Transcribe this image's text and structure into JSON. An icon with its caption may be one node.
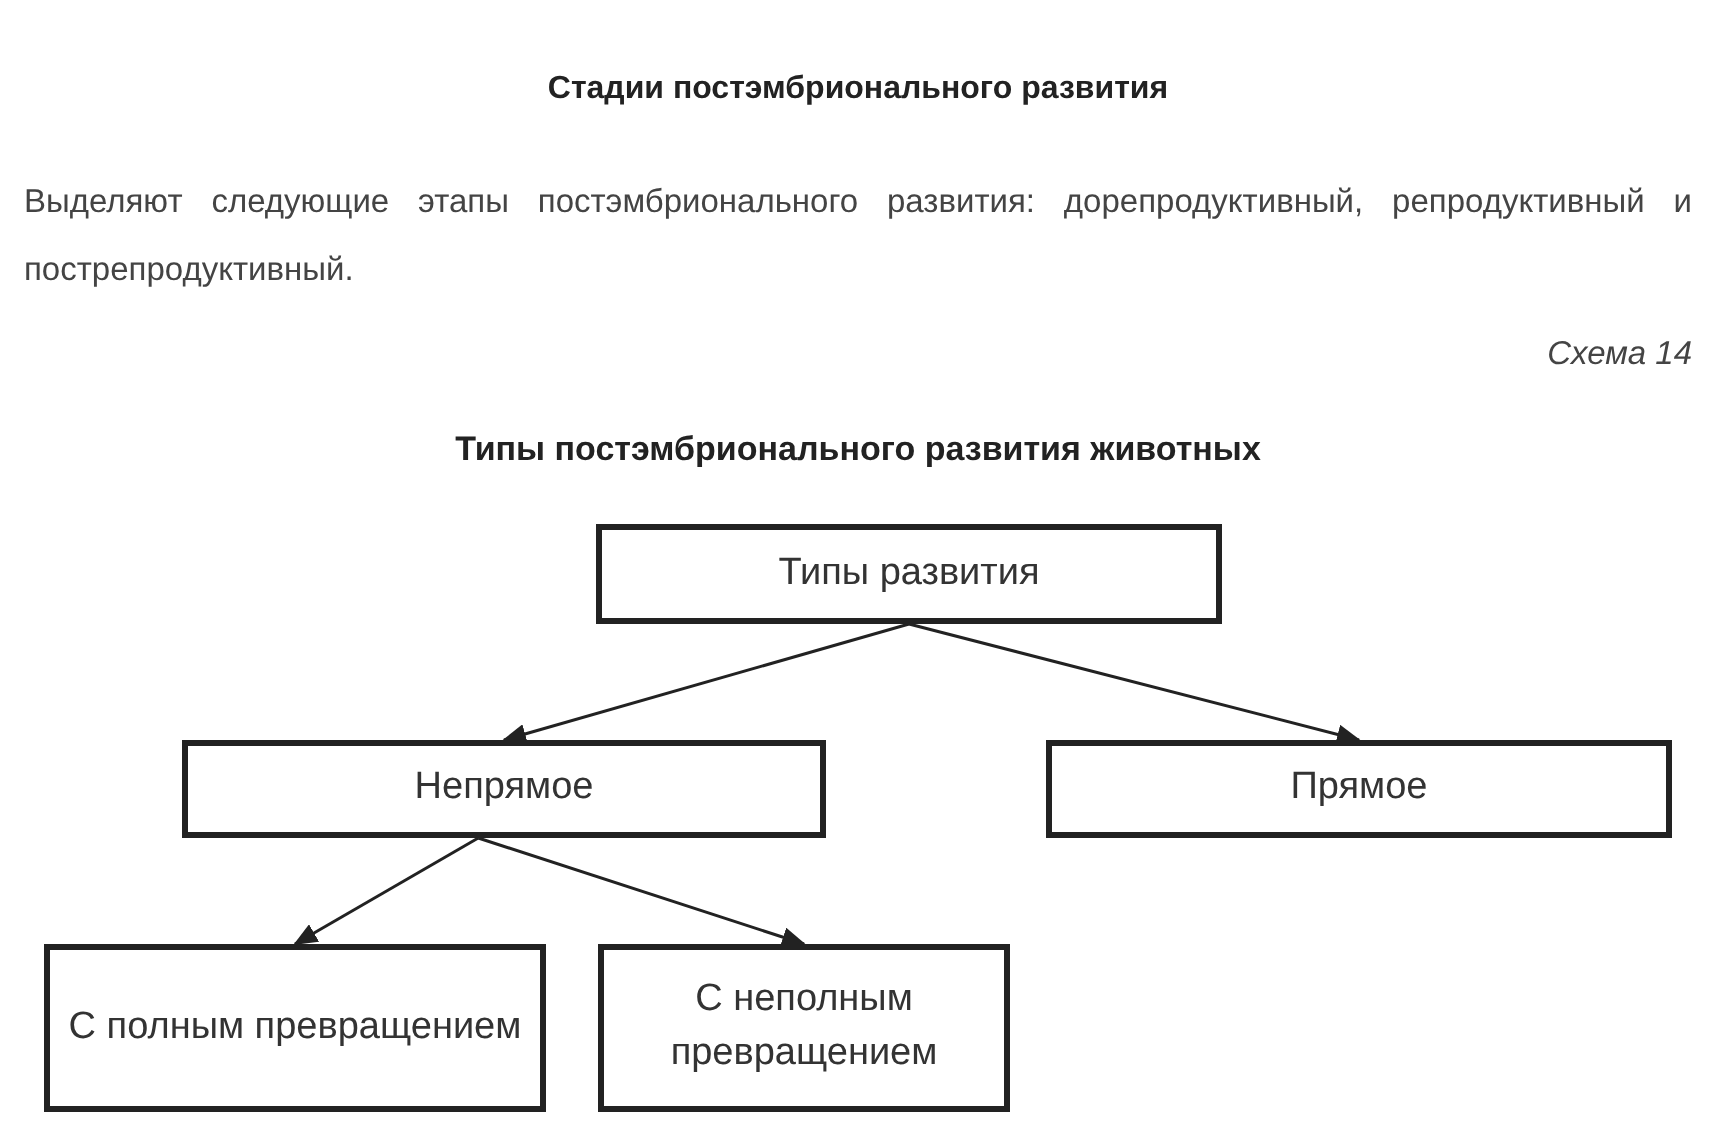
{
  "diagram": {
    "title": "Типы постэмбрионального развития животных",
    "nodes": [
      {
        "text": [
          "Типы развития"
        ]
      },
      {
        "text": [
          "Непрямое"
        ]
      },
      {
        "text": [
          "Прямое"
        ]
      },
      {
        "text": [
          "С полным превращением"
        ]
      },
      {
        "text": [
          "С неполным превращением"
        ]
      }
    ],
    "edges": [
      {
        "from": 0,
        "to": 1,
        "arrow": "to"
      },
      {
        "from": 0,
        "to": 2,
        "arrow": "to"
      },
      {
        "from": 1,
        "to": 3,
        "arrow": "to"
      },
      {
        "from": 1,
        "to": 4,
        "arrow": "to"
      }
    ],
    "labels": [
      "Стадии постэмбрионального развития",
      "Выделяют следующие этапы постэмбрионального развития: дорепродуктивный, репродуктивный и пострепродуктивный.",
      "Схема 14"
    ]
  }
}
